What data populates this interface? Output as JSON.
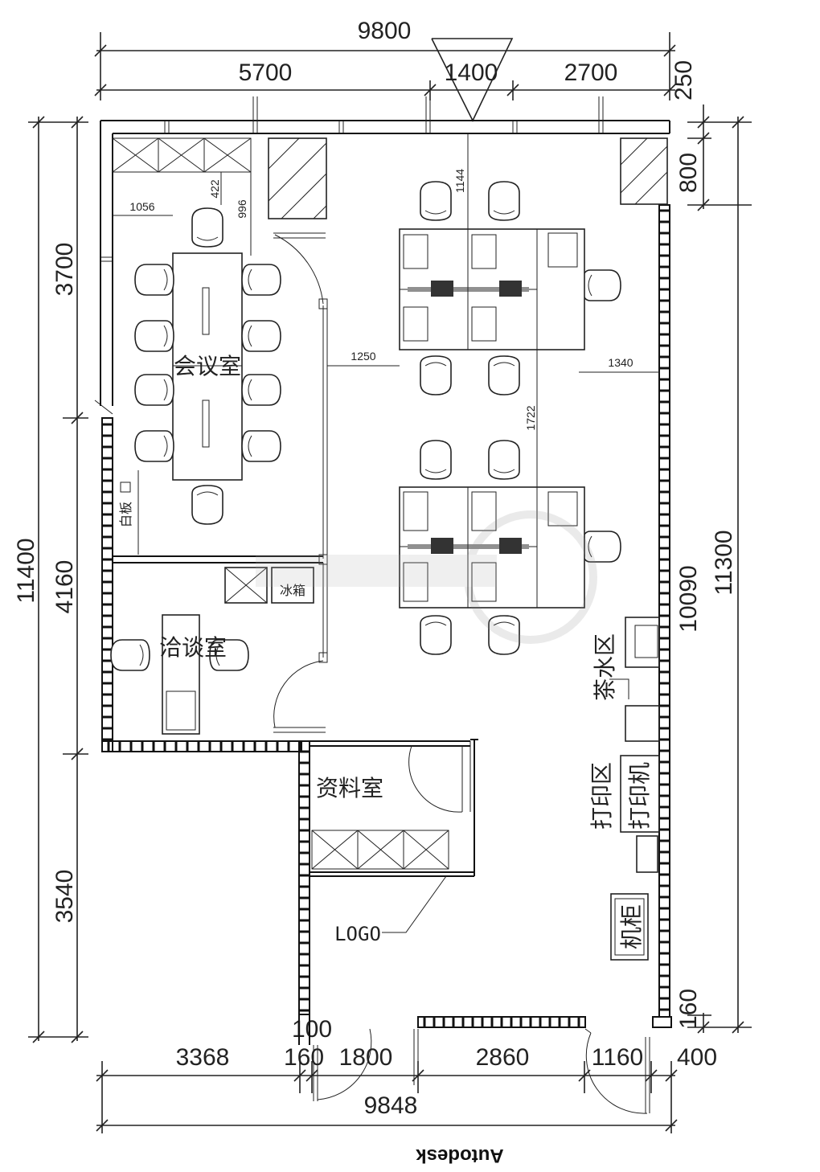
{
  "plan": {
    "overall_width": "9800",
    "top_segments": [
      "5700",
      "1400",
      "2700"
    ],
    "right_top_250": "250",
    "right_top_800": "800",
    "right_10090": "10090",
    "right_11300": "11300",
    "right_bottom_160": "160",
    "left_total": "11400",
    "left_segments": [
      "3700",
      "4160",
      "3540"
    ],
    "bottom_segments": [
      "3368",
      "160",
      "1800",
      "2860",
      "1160",
      "400"
    ],
    "bottom_total": "9848",
    "bottom_small": "100",
    "inner_dims": {
      "d1056": "1056",
      "d422": "422",
      "d996": "996",
      "d1144": "1144",
      "d1250": "1250",
      "d1340": "1340",
      "d1722": "1722"
    },
    "rooms": {
      "meeting_room": "会议室",
      "negotiation_room": "洽谈室",
      "archive_room": "资料室",
      "tea_area": "茶水区",
      "print_area": "打印区",
      "printer": "打印机",
      "server_cabinet": "机柜",
      "fridge": "冰箱",
      "logo": "LOGO",
      "screen": "白板"
    },
    "footer_brand": "Autodesk"
  }
}
